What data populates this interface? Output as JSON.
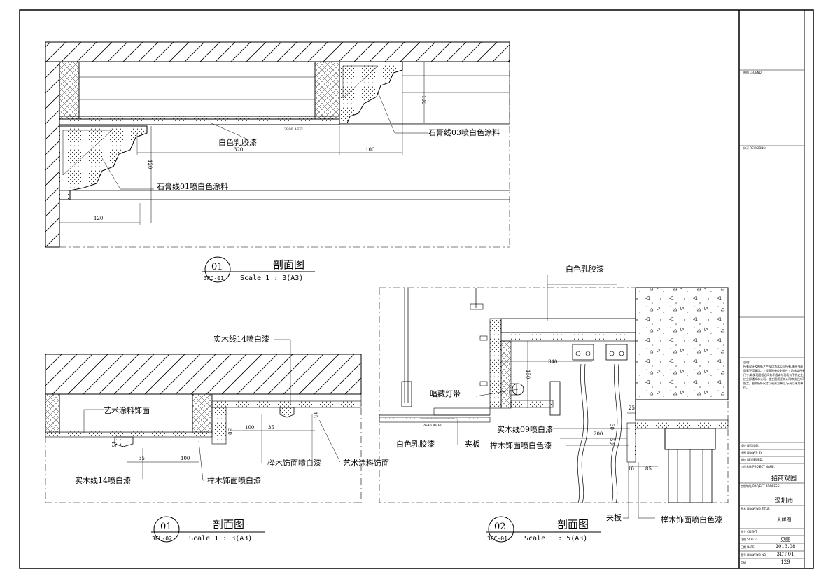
{
  "section01a": {
    "callouts": {
      "latex": "白色乳胶漆",
      "gypsum03": "石膏线03喷白色涂料",
      "gypsum01": "石膏线01喷白色涂料"
    },
    "dims": {
      "d320": "320",
      "d100": "100",
      "d100v": "100",
      "d120v": "120",
      "d120": "120"
    },
    "level": "2900 AFFL",
    "title": {
      "no": "01",
      "ref": "3RC-01",
      "name": "剖面图",
      "scale": "Scale 1 : 3(A3)"
    }
  },
  "section01b": {
    "callouts": {
      "solidwood_top": "实木线14喷白漆",
      "art_left": "艺术涂料饰面",
      "art_right": "艺术涂料饰面",
      "birch_right": "榉木饰面喷白漆",
      "birch_bottom": "榉木饰面喷白漆",
      "solidwood_bottom": "实木线14喷白漆"
    },
    "dims": {
      "d100a": "100",
      "d35a": "35",
      "d15a": "15",
      "d50": "50",
      "d15b": "15",
      "d35b": "35",
      "d100b": "100"
    },
    "title": {
      "no": "01",
      "ref": "3EL-02",
      "name": "剖面图",
      "scale": "Scale 1 : 3(A3)"
    }
  },
  "section02": {
    "callouts": {
      "latex_top": "白色乳胶漆",
      "led": "暗藏灯带",
      "latex_left": "白色乳胶漆",
      "plywood_mid": "夹板",
      "solidwood09": "实木线09喷白漆",
      "birch_mid": "榉木饰面喷白色漆",
      "plywood_bottom": "夹板",
      "birch_bottom": "榉木饰面喷白色漆"
    },
    "dims": {
      "d340": "340",
      "d150": "150",
      "d200": "200",
      "d25": "25",
      "d30": "30",
      "d50": "50",
      "d10": "10",
      "d85": "85"
    },
    "level": "2640 AFFL",
    "title": {
      "no": "02",
      "ref": "3RC-01",
      "name": "剖面图",
      "scale": "Scale 1 : 5(A3)"
    }
  },
  "titleblock": {
    "legend_label": "图例 LEGEND:",
    "revisions_label": "修订 REVISIONS:",
    "notes_title": "说明:",
    "notes": "所有设计及图纸之产权均为本公司所有,未经书面同意不得采用。工程承建单位必须在工地核实所有尺寸,如发现图纸之间有矛盾或与现场有不符之处,应立即通知本公司。施工图须经本公司审核后方可施工。图中所标尺寸以毫米为单位,标高以米为单位。",
    "design_label": "设计 DESIGN:",
    "drawn_label": "绘图 DRAWN BY:",
    "check_label": "审核 REVIEWED:",
    "project_name_label": "工程名称 PROJECT NAME:",
    "project_name": "招商观园",
    "project_address_label": "工程地址 PROJECT ADDRESS:",
    "project_address": "深圳市",
    "drawing_title_label": "图名 DRAWING TITLE:",
    "drawing_title": "大样图",
    "client_label": "业主 CLIENT:",
    "scale_label": "比例 SCALE:",
    "scale": "见图",
    "date_label": "日期 DATE:",
    "date": "2013.08",
    "drawing_no_label": "图号 DRAWING NO:",
    "drawing_no": "3DT-01",
    "page_label": "页码",
    "page": "129"
  }
}
